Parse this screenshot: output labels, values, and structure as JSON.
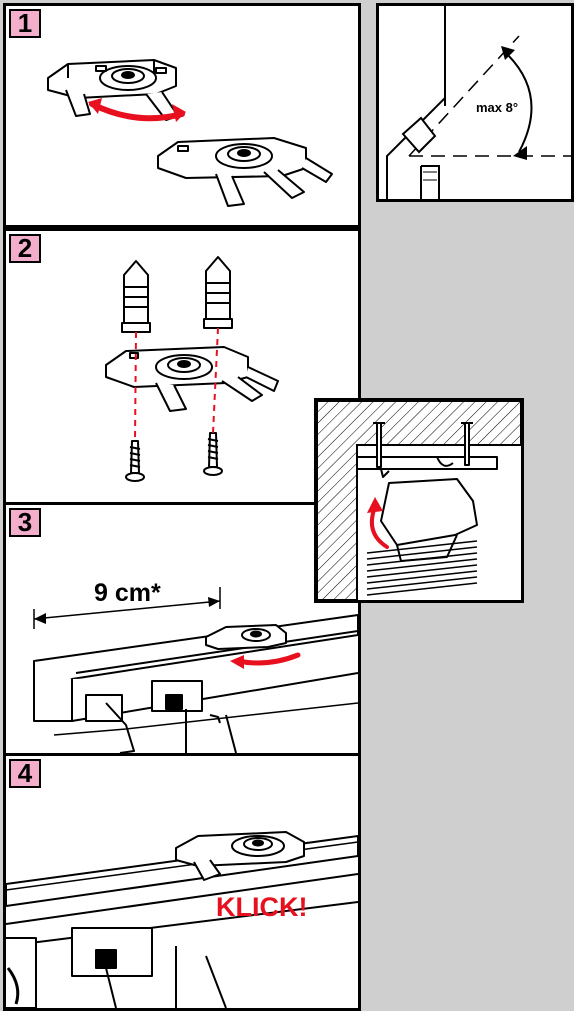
{
  "steps": [
    {
      "number": "1"
    },
    {
      "number": "2"
    },
    {
      "number": "3",
      "distance_label": "9 cm*"
    },
    {
      "number": "4",
      "click_label": "KLICK!"
    }
  ],
  "angle_detail": {
    "label": "max 8°"
  },
  "colors": {
    "accent_red": "#e8101e",
    "badge_pink": "#f2aecb",
    "background": "#cfcfcf"
  }
}
